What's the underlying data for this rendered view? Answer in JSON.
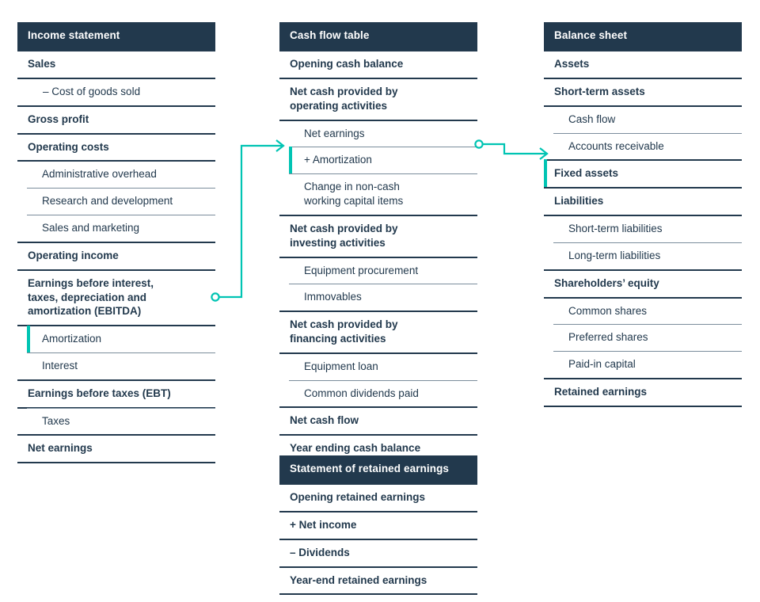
{
  "accent": "#00c4b3",
  "header_bg": "#22394d",
  "text_color": "#22394d",
  "rule_color": "#7b8d9c",
  "statements": [
    {
      "id": "income-statement",
      "title": "Income statement",
      "rows": [
        {
          "label": "Sales",
          "level": "major"
        },
        {
          "label": "– Cost of goods sold",
          "level": "minor-full"
        },
        {
          "label": "Gross profit",
          "level": "major"
        },
        {
          "label": "Operating costs",
          "level": "major"
        },
        {
          "label": "Administrative overhead",
          "level": "minor"
        },
        {
          "label": "Research and development",
          "level": "minor"
        },
        {
          "label": "Sales and marketing",
          "level": "minor"
        },
        {
          "label": "Operating income",
          "level": "major"
        },
        {
          "label": "Earnings before interest, taxes, depreciation and amortization (EBITDA)",
          "level": "major"
        },
        {
          "label": "Amortization",
          "level": "minor",
          "highlight": true
        },
        {
          "label": "Interest",
          "level": "minor"
        },
        {
          "label": "Earnings before taxes (EBT)",
          "level": "major"
        },
        {
          "label": "Taxes",
          "level": "minor"
        },
        {
          "label": "Net earnings",
          "level": "major"
        }
      ]
    },
    {
      "id": "cash-flow-table",
      "title": "Cash flow table",
      "rows": [
        {
          "label": "Opening cash balance",
          "level": "major"
        },
        {
          "label": "Net cash provided by operating activities",
          "level": "major"
        },
        {
          "label": "Net earnings",
          "level": "minor"
        },
        {
          "label": "+ Amortization",
          "level": "minor",
          "highlight": true
        },
        {
          "label": "Change in non-cash working capital items",
          "level": "minor"
        },
        {
          "label": "Net cash provided by investing activities",
          "level": "major"
        },
        {
          "label": "Equipment procurement",
          "level": "minor"
        },
        {
          "label": "Immovables",
          "level": "minor"
        },
        {
          "label": "Net cash provided by financing activities",
          "level": "major"
        },
        {
          "label": "Equipment loan",
          "level": "minor"
        },
        {
          "label": "Common dividends paid",
          "level": "minor"
        },
        {
          "label": "Net cash flow",
          "level": "major"
        },
        {
          "label": "Year ending cash balance",
          "level": "major"
        }
      ]
    },
    {
      "id": "balance-sheet",
      "title": "Balance sheet",
      "rows": [
        {
          "label": "Assets",
          "level": "major"
        },
        {
          "label": "Short-term assets",
          "level": "major"
        },
        {
          "label": "Cash flow",
          "level": "minor"
        },
        {
          "label": "Accounts receivable",
          "level": "minor"
        },
        {
          "label": "Fixed assets",
          "level": "major",
          "highlight": true
        },
        {
          "label": "Liabilities",
          "level": "major"
        },
        {
          "label": "Short-term liabilities",
          "level": "minor"
        },
        {
          "label": "Long-term liabilities",
          "level": "minor"
        },
        {
          "label": "Shareholders’ equity",
          "level": "major"
        },
        {
          "label": "Common shares",
          "level": "minor"
        },
        {
          "label": "Preferred shares",
          "level": "minor"
        },
        {
          "label": "Paid-in capital",
          "level": "minor"
        },
        {
          "label": "Retained earnings",
          "level": "major"
        }
      ]
    },
    {
      "id": "statement-of-retained-earnings",
      "title": "Statement of retained earnings",
      "rows": [
        {
          "label": "Opening retained earnings",
          "level": "major"
        },
        {
          "label": "+ Net income",
          "level": "major"
        },
        {
          "label": "– Dividends",
          "level": "major"
        },
        {
          "label": "Year-end retained earnings",
          "level": "major"
        }
      ]
    }
  ],
  "connectors": [
    {
      "id": "amortization-to-cashflow",
      "from": "income-statement.Amortization",
      "to": "cash-flow-table.+ Amortization"
    },
    {
      "id": "amortization-to-fixed-assets",
      "from": "cash-flow-table.+ Amortization",
      "to": "balance-sheet.Fixed assets"
    }
  ]
}
